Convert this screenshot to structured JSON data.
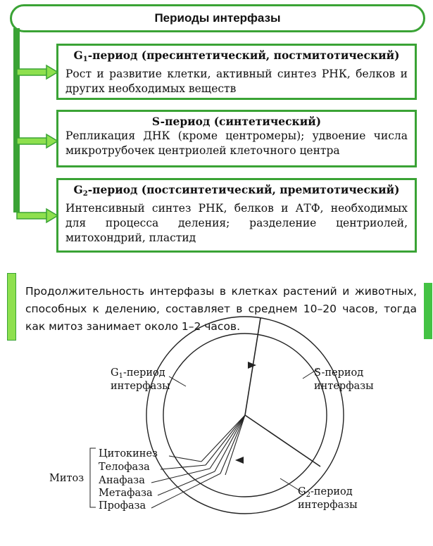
{
  "title": "Периоды интерфазы",
  "periods": {
    "g1": {
      "head_prefix": "G",
      "head_sub": "1",
      "head_rest": "-период (пресинтетический, постмитотический)",
      "text": "Рост и развитие клетки, активный синтез РНК, белков и других необходимых веществ"
    },
    "s": {
      "head": "S-период (синтетический)",
      "text": "Репликация ДНК (кроме центромеры); удвоение числа микротрубочек центриолей клеточного центра"
    },
    "g2": {
      "head_prefix": "G",
      "head_sub": "2",
      "head_rest": "-период (постсинтетический, премитотический)",
      "text": "Интенсивный синтез РНК, белков и АТФ, необходимых для процесса деления; разделение центриолей, митохондрий, пластид"
    }
  },
  "note": "Продолжительность интерфазы в клетках растений и животных, способных к делению, составляет в среднем 10–20 часов, тогда как митоз занимает около 1–2 часов.",
  "diagram": {
    "g1_label_prefix": "G",
    "g1_label_sub": "1",
    "g1_label_rest": "-период",
    "g1_label_line2": "интерфазы",
    "s_label_line1": "S-период",
    "s_label_line2": "интерфазы",
    "g2_label_prefix": "G",
    "g2_label_sub": "2",
    "g2_label_rest": "-период",
    "g2_label_line2": "интерфазы",
    "mitosis_label": "Митоз",
    "mitosis_phases": [
      "Цитокинез",
      "Телофаза",
      "Анафаза",
      "Метафаза",
      "Профаза"
    ]
  },
  "colors": {
    "accent_green": "#3aa335",
    "light_green": "#8ee04e"
  }
}
